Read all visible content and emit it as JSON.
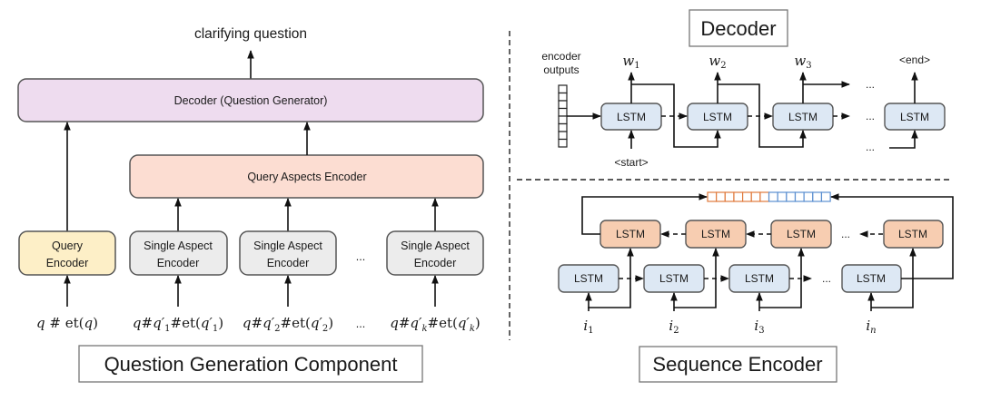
{
  "colors": {
    "decoder_fill": "#eedcef",
    "aspects_encoder_fill": "#fcddd2",
    "query_encoder_fill": "#fdefc7",
    "single_aspect_fill": "#ececec",
    "lstm_blue_fill": "#dde8f4",
    "lstm_orange_fill": "#f7cdb1",
    "box_stroke": "#555555",
    "vector_orange": "#e07a3c",
    "vector_blue": "#5b8fd0"
  },
  "question_generation": {
    "output_label": "clarifying question",
    "decoder_label": "Decoder (Question Generator)",
    "aspects_encoder_label": "Query Aspects Encoder",
    "query_encoder_label": [
      "Query",
      "Encoder"
    ],
    "single_aspect_label": [
      "Single Aspect",
      "Encoder"
    ],
    "ellipsis": "...",
    "inputs": [
      {
        "q": "q",
        "sep": " # ",
        "et": "et(",
        "arg": "q",
        "close": ")"
      },
      {
        "q": "q",
        "sep": "#",
        "prime": "q′",
        "sub": "1",
        "et": "#et(",
        "arg": "q′",
        "argsub": "1",
        "close": ")"
      },
      {
        "q": "q",
        "sep": "#",
        "prime": "q′",
        "sub": "2",
        "et": "#et(",
        "arg": "q′",
        "argsub": "2",
        "close": ")"
      },
      {
        "q": "q",
        "sep": "#",
        "prime": "q′",
        "sub": "k",
        "et": "#et(",
        "arg": "q′",
        "argsub": "k",
        "close": ")"
      }
    ],
    "section_title": "Question Generation Component"
  },
  "decoder_panel": {
    "section_title": "Decoder",
    "encoder_outputs_label": [
      "encoder",
      "outputs"
    ],
    "lstm_label": "LSTM",
    "outputs": [
      {
        "w": "w",
        "sub": "1"
      },
      {
        "w": "w",
        "sub": "2"
      },
      {
        "w": "w",
        "sub": "3"
      }
    ],
    "end_token": "<end>",
    "start_token": "<start>",
    "ellipsis": "..."
  },
  "sequence_encoder": {
    "section_title": "Sequence Encoder",
    "lstm_label": "LSTM",
    "inputs": [
      {
        "i": "i",
        "sub": "1"
      },
      {
        "i": "i",
        "sub": "2"
      },
      {
        "i": "i",
        "sub": "3"
      },
      {
        "i": "i",
        "sub": "n"
      }
    ],
    "ellipsis": "...",
    "concat_cells_orange": 7,
    "concat_cells_blue": 7
  }
}
